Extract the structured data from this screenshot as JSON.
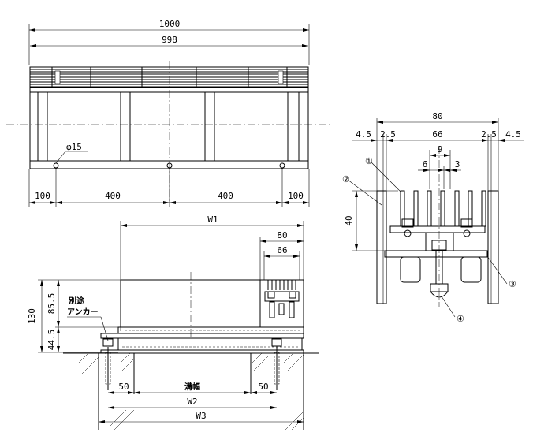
{
  "top_view": {
    "dim_overall": "1000",
    "dim_inner": "998",
    "hole_label": "φ15",
    "spacing": [
      "100",
      "400",
      "400",
      "100"
    ]
  },
  "section_view": {
    "dim_w1": "W1",
    "dim_80": "80",
    "dim_66": "66",
    "dim_130": "130",
    "dim_85_5": "85.5",
    "dim_44_5": "44.5",
    "note_line1": "別途",
    "note_line2": "アンカー",
    "dim_50_left": "50",
    "dim_mizohaba": "溝幅",
    "dim_50_right": "50",
    "dim_w2": "W2",
    "dim_w3": "W3"
  },
  "detail_view": {
    "dim_80": "80",
    "dim_4_5_left": "4.5",
    "dim_2_5_left": "2.5",
    "dim_66": "66",
    "dim_2_5_right": "2.5",
    "dim_4_5_right": "4.5",
    "dim_9": "9",
    "dim_6": "6",
    "dim_3": "3",
    "dim_40": "40",
    "callouts": [
      "①",
      "②",
      "③",
      "④"
    ]
  }
}
